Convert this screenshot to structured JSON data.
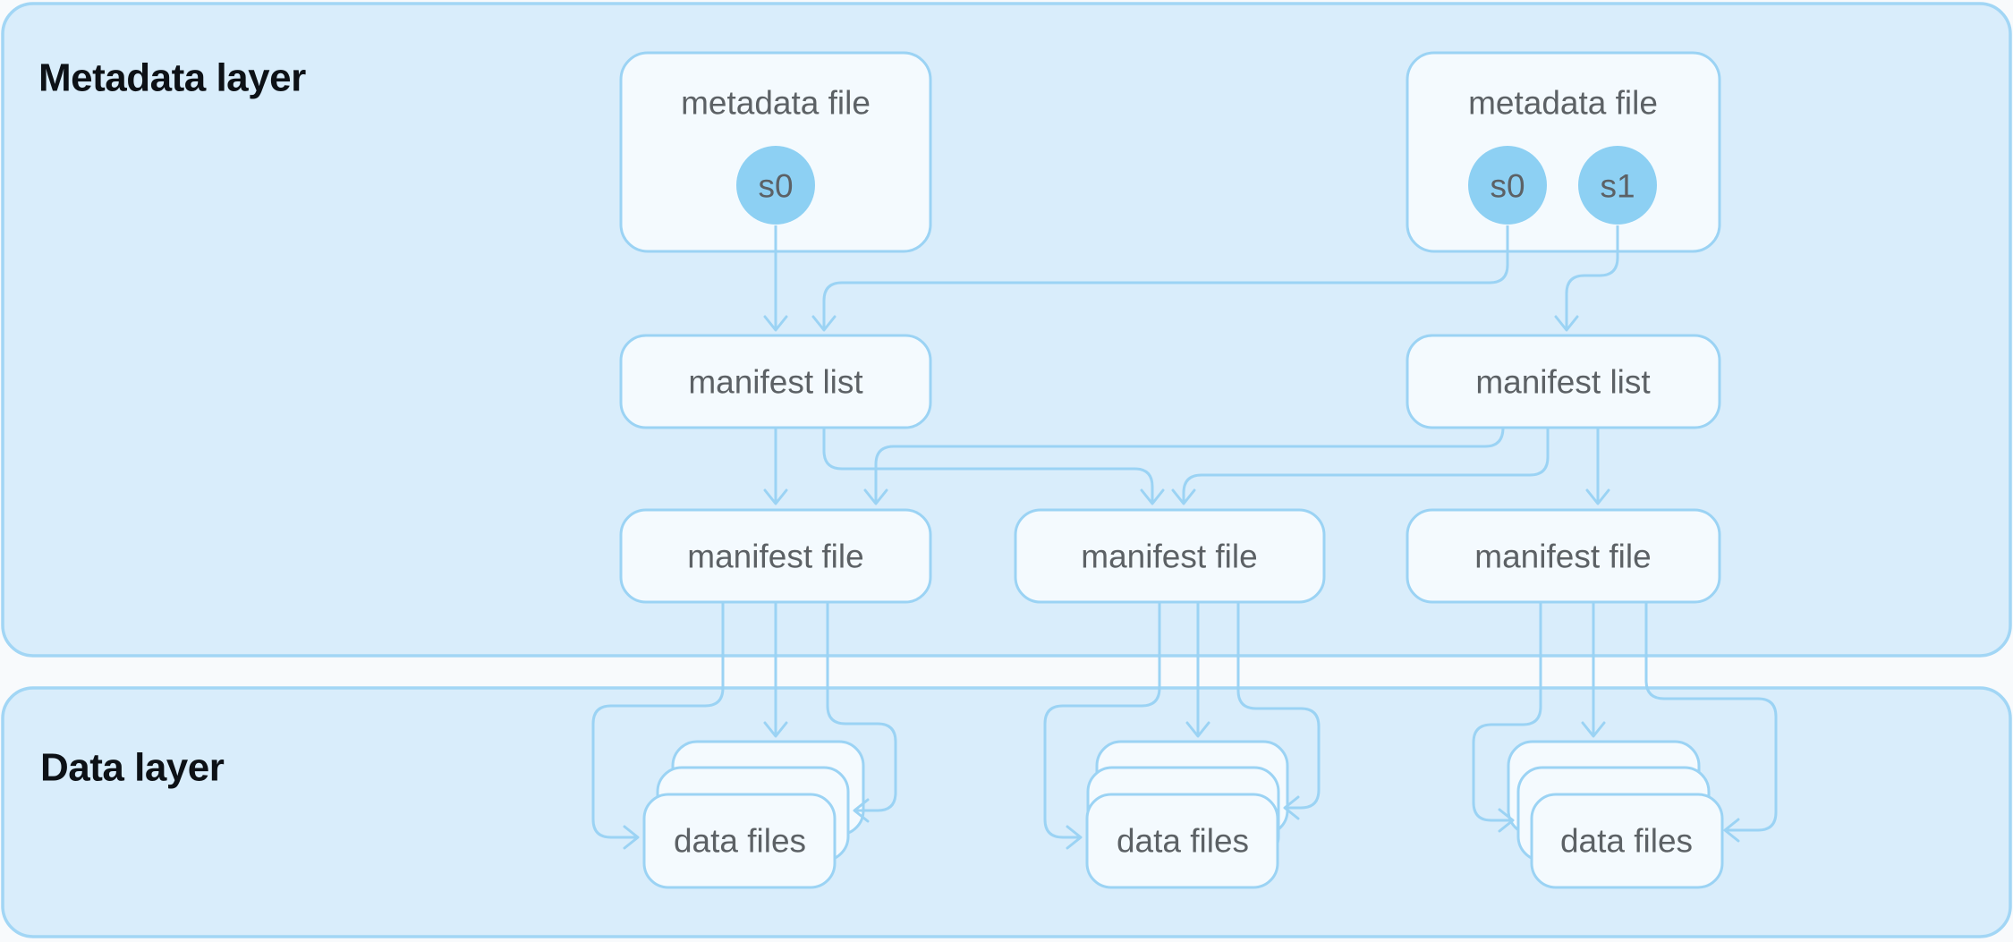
{
  "layers": [
    {
      "id": "metadata_layer",
      "label": "Metadata layer"
    },
    {
      "id": "data_layer",
      "label": "Data layer"
    }
  ],
  "nodes": {
    "metadata_file_1": {
      "label": "metadata file",
      "snapshots": [
        "s0"
      ]
    },
    "metadata_file_2": {
      "label": "metadata file",
      "snapshots": [
        "s0",
        "s1"
      ]
    },
    "manifest_list_1": {
      "label": "manifest list"
    },
    "manifest_list_2": {
      "label": "manifest list"
    },
    "manifest_file_1": {
      "label": "manifest file"
    },
    "manifest_file_2": {
      "label": "manifest file"
    },
    "manifest_file_3": {
      "label": "manifest file"
    },
    "data_files_1": {
      "label": "data files"
    },
    "data_files_2": {
      "label": "data files"
    },
    "data_files_3": {
      "label": "data files"
    }
  },
  "edges": [
    {
      "from": "metadata_file_1:s0",
      "to": "manifest_list_1"
    },
    {
      "from": "metadata_file_2:s0",
      "to": "manifest_list_1"
    },
    {
      "from": "metadata_file_2:s1",
      "to": "manifest_list_2"
    },
    {
      "from": "manifest_list_1",
      "to": "manifest_file_1"
    },
    {
      "from": "manifest_list_1",
      "to": "manifest_file_2"
    },
    {
      "from": "manifest_list_2",
      "to": "manifest_file_1"
    },
    {
      "from": "manifest_list_2",
      "to": "manifest_file_2"
    },
    {
      "from": "manifest_list_2",
      "to": "manifest_file_3"
    },
    {
      "from": "manifest_file_1",
      "to": "data_files_1",
      "arrows": 3
    },
    {
      "from": "manifest_file_2",
      "to": "data_files_2",
      "arrows": 3
    },
    {
      "from": "manifest_file_3",
      "to": "data_files_3",
      "arrows": 3
    }
  ],
  "colors": {
    "bg": "#f8fafc",
    "container-fill": "#d9edfb",
    "container-stroke": "#a2d6f5",
    "node-fill": "#f4fafe",
    "node-stroke": "#9bd3f4",
    "line": "#9bd3f4",
    "circle-fill": "#8dd0f3",
    "text-gray": "#5c6165",
    "title": "#0d1116"
  }
}
